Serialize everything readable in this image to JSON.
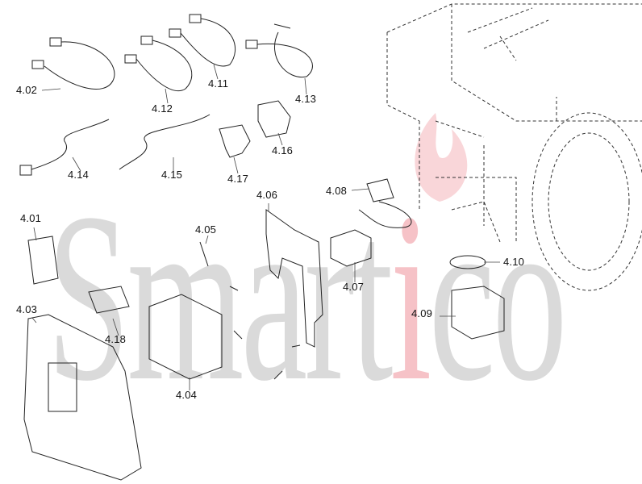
{
  "watermark": {
    "brand_prefix": "Smart",
    "brand_accent": "i",
    "brand_suffix": "co",
    "accent_color": "#eb7882"
  },
  "parts": {
    "p402": "4.02",
    "p412": "4.12",
    "p411": "4.11",
    "p413": "4.13",
    "p414": "4.14",
    "p415": "4.15",
    "p417": "4.17",
    "p416": "4.16",
    "p406": "4.06",
    "p408": "4.08",
    "p401": "4.01",
    "p405": "4.05",
    "p407": "4.07",
    "p410": "4.10",
    "p403": "4.03",
    "p418": "4.18",
    "p409": "4.09",
    "p404": "4.04"
  }
}
